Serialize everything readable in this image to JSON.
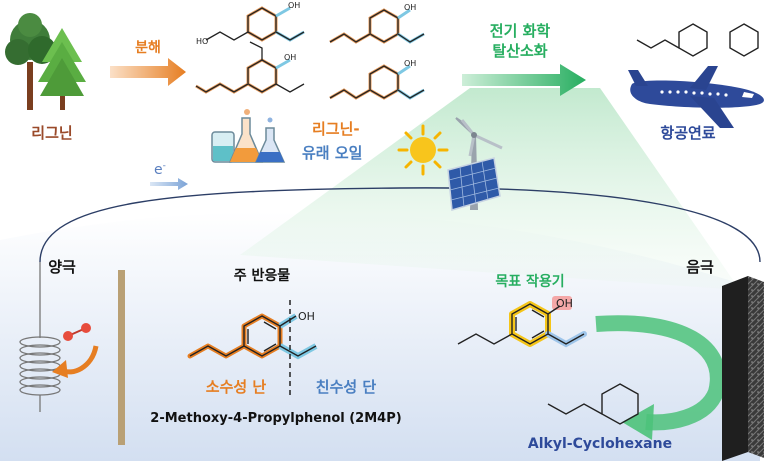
{
  "top": {
    "lignin_label": "리그닌",
    "decompose_label": "분해",
    "oil_label_line1": "리그닌-",
    "oil_label_line2": "유래 오일",
    "electron_label": "e",
    "electron_sup": "-",
    "electro_label_line1": "전기 화학",
    "electro_label_line2": "탈산소화",
    "fuel_label": "항공연료"
  },
  "bottom": {
    "anode_label": "양극",
    "cathode_label": "음극",
    "reactant_title": "주 반응물",
    "hydrophobic_label": "소수성 난",
    "hydrophilic_label": "친수성 단",
    "reactant_name": "2-Methoxy-4-Propylphenol (2M4P)",
    "target_title": "목표 작용기",
    "product_name": "Alkyl-Cyclohexane",
    "oh_label": "OH"
  },
  "colors": {
    "orange": "#e67e22",
    "blue": "#4a7fc1",
    "green": "#27ae60",
    "brown": "#9a4a2a",
    "navy": "#2e4a9a"
  },
  "icons": [
    "tree-icon",
    "lab-flask-icon",
    "sun-icon",
    "wind-turbine-icon",
    "solar-panel-icon",
    "airplane-icon",
    "oxygen-molecule-icon",
    "electrode-coil-icon",
    "carbon-electrode-icon"
  ]
}
